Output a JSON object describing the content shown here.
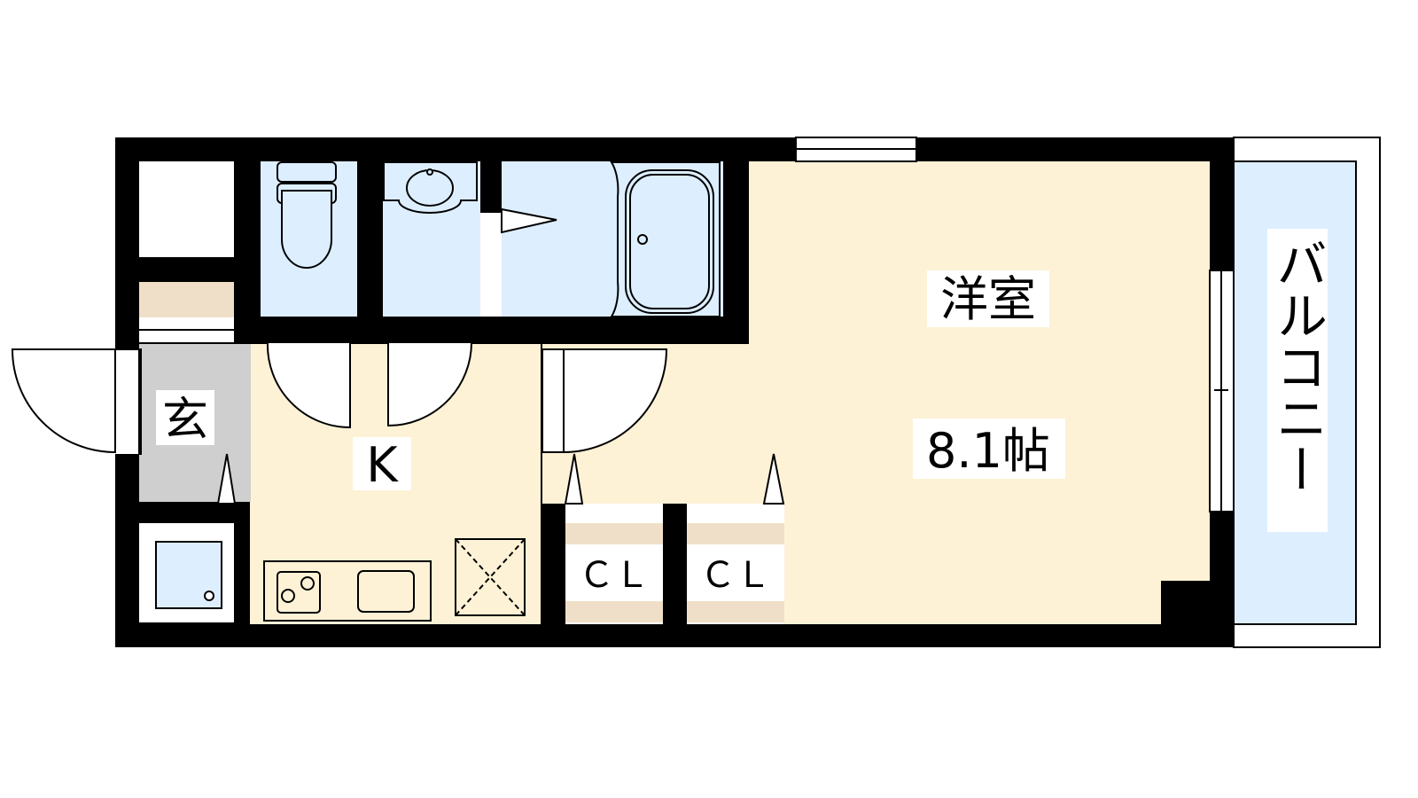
{
  "rooms": {
    "western_room": {
      "name": "洋室",
      "size": "8.1帖"
    },
    "kitchen": {
      "name": "K"
    },
    "entrance": {
      "name": "玄"
    },
    "closet_left": {
      "name": "ＣＬ"
    },
    "closet_right": {
      "name": "ＣＬ"
    },
    "balcony": {
      "name": "バルコニー"
    }
  },
  "colors": {
    "wall": "#000000",
    "living_floor": "#fdf2d6",
    "wet_area": "#ddeeff",
    "entrance_floor": "#cfcfcf",
    "closet_shelf": "#f0dfc8",
    "balcony_floor": "#ddeeff"
  },
  "icons": [
    "toilet-icon",
    "washbasin-icon",
    "bathtub-icon",
    "stove-icon",
    "sink-icon",
    "washing-machine-icon",
    "refrigerator-space-icon",
    "door-swing-icon",
    "window-icon"
  ]
}
